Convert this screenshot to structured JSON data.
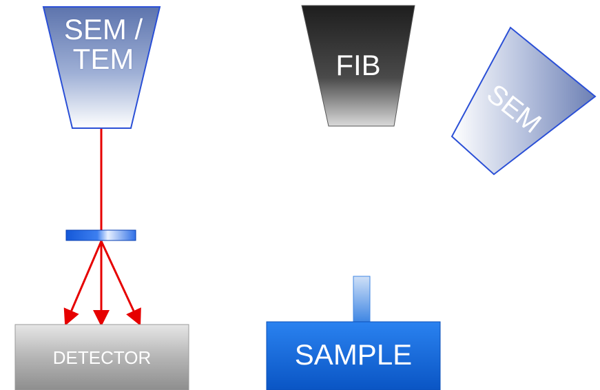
{
  "diagram": {
    "sem_tem_column": {
      "label": "SEM /\nTEM"
    },
    "fib_column": {
      "label": "FIB"
    },
    "sem_column": {
      "label": "SEM"
    },
    "detector": {
      "label": "DETECTOR"
    },
    "sample": {
      "label": "SAMPLE"
    }
  },
  "colors": {
    "sem_border": "#2a4fd6",
    "beam": "#e60000",
    "fib_dark": "#2b2b2b",
    "detector_gray": "#a8a8a8",
    "sample_blue": "#1a6fe0"
  }
}
